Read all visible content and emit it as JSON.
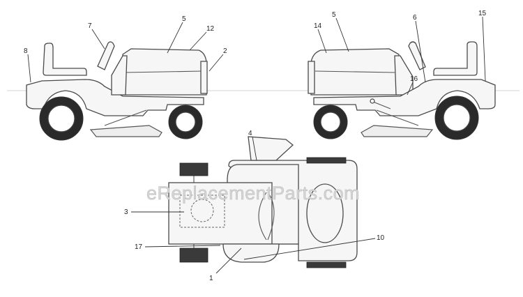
{
  "watermark": "eReplacementParts.com",
  "callouts": {
    "c1": "1",
    "c2": "2",
    "c3": "3",
    "c4": "4",
    "c5_left": "5",
    "c5_right": "5",
    "c6": "6",
    "c7": "7",
    "c8": "8",
    "c10": "10",
    "c12": "12",
    "c14": "14",
    "c15": "15",
    "c16": "16",
    "c17": "17"
  }
}
